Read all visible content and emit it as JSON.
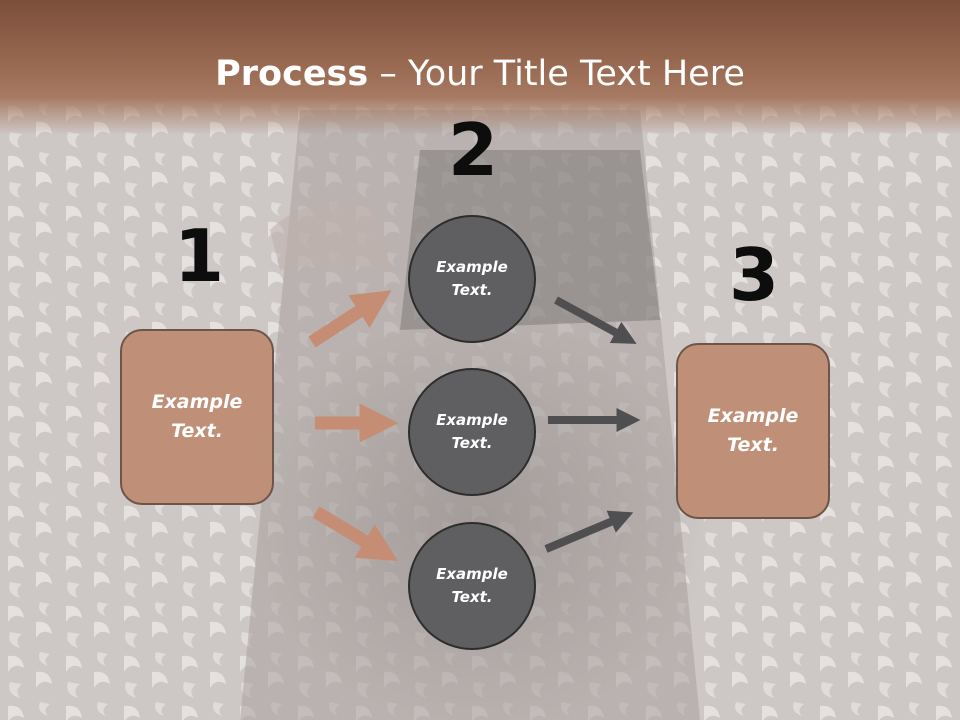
{
  "slide": {
    "title_bold": "Process",
    "title_rest": " – Your Title Text Here",
    "numbers": [
      "1",
      "2",
      "3"
    ],
    "left_box": "Example Text.",
    "right_box": "Example Text.",
    "circles": [
      "Example Text.",
      "Example Text.",
      "Example Text."
    ]
  },
  "colors": {
    "header": "#a0705a",
    "box_fill": "#bf8f77",
    "circle_fill": "#5f5f61",
    "arrow_in": "#c58d73",
    "arrow_out": "#4f4f51"
  }
}
